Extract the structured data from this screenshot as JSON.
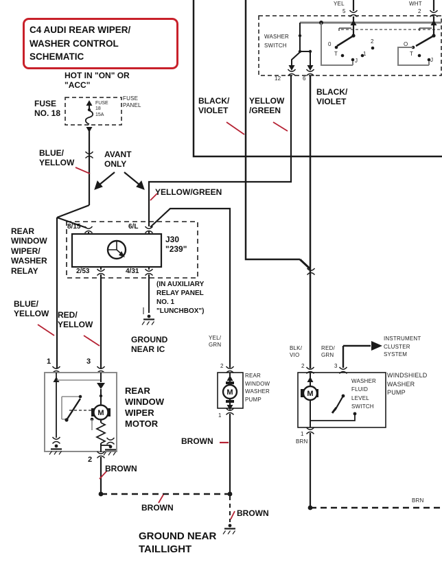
{
  "title": "C4 AUDI REAR WIPER/\nWASHER CONTROL SCHEMATIC",
  "colors": {
    "title_border": "#c8202a",
    "wire": "#1a1a1a",
    "pointer_red": "#b52233",
    "gray_wire": "#7b7b7b"
  },
  "power": {
    "hot": "HOT IN \"ON\" OR\n\"ACC\"",
    "fuse_name": "FUSE\nNO. 18",
    "fuse_rating": "FUSE\n18\n15A",
    "fuse_panel": "FUSE\nPANEL"
  },
  "notes": {
    "avant_only": "AVANT\nONLY"
  },
  "wires": {
    "blue_yellow_upper": "BLUE/\nYELLOW",
    "blue_yellow_lower": "BLUE/\nYELLOW",
    "red_yellow": "RED/\nYELLOW",
    "yellow_green_mid": "YELLOW/GREEN",
    "black_violet_left": "BLACK/\nVIOLET",
    "yellow_green_top": "YELLOW\n/GREEN",
    "black_violet_right": "BLACK/\nVIOLET",
    "yel_grn": "YEL/\nGRN",
    "blk_vio": "BLK/\nVIO",
    "red_grn": "RED/\nGRN",
    "brown_motor": "BROWN",
    "brown_bus": "BROWN",
    "brown_pump": "BROWN",
    "brown_ground": "BROWN",
    "brn_pump": "BRN",
    "brn_bus": "BRN"
  },
  "washer_switch": {
    "title": "WASHER\nSWITCH",
    "wire_left": "YEL",
    "pin_left": "5",
    "wire_right": "WHT",
    "pin_right": "2",
    "left_contacts": [
      "0",
      "2",
      "T",
      "J",
      "1"
    ],
    "right_contacts": [
      "O",
      "T",
      "J"
    ],
    "bottom_pins": [
      "12",
      "6"
    ]
  },
  "relay": {
    "name": "REAR\nWINDOW\nWIPER/\nWASHER\nRELAY",
    "id": "J30\n\"239\"",
    "note": "(IN AUXILIARY\nRELAY PANEL\nNO. 1\n\"LUNCHBOX\")",
    "pins": {
      "top_left": "8/15",
      "top_right": "6/L",
      "bottom_left": "2/53",
      "bottom_right": "4/31"
    }
  },
  "grounds": {
    "ic": "GROUND\nNEAR IC",
    "taillight": "GROUND NEAR\nTAILLIGHT"
  },
  "motor": {
    "name": "REAR\nWINDOW\nWIPER\nMOTOR",
    "pin_left": "1",
    "pin_right": "3",
    "pin_bottom": "2"
  },
  "pump": {
    "name": "REAR\nWINDOW\nWASHER\nPUMP",
    "pin_top": "2",
    "pin_bottom": "1"
  },
  "wwp": {
    "name": "WINDSHIELD\nWASHER\nPUMP",
    "switch_label": "WASHER\nFLUID\nLEVEL\nSWITCH",
    "instrument": "INSTRUMENT\nCLUSTER\nSYSTEM",
    "pin_top_left": "2",
    "pin_top_right": "3",
    "pin_bottom": "1"
  },
  "symbols": {
    "motor_m": "M"
  }
}
